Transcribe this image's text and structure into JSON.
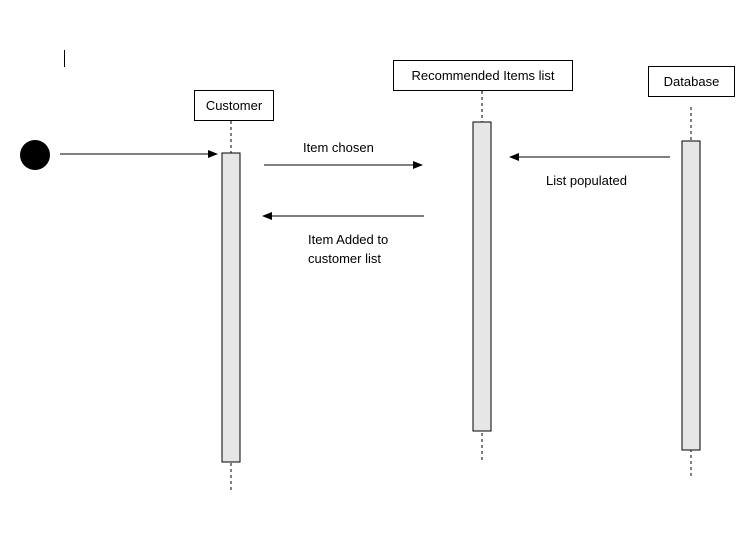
{
  "actors": {
    "customer": "Customer",
    "recommended": "Recommended Items list",
    "database": "Database"
  },
  "messages": {
    "item_chosen": "Item chosen",
    "list_populated": "List populated",
    "item_added_line1": "Item Added to",
    "item_added_line2": "customer list"
  },
  "colors": {
    "activation_fill": "#e6e6e6",
    "line": "#000000"
  }
}
